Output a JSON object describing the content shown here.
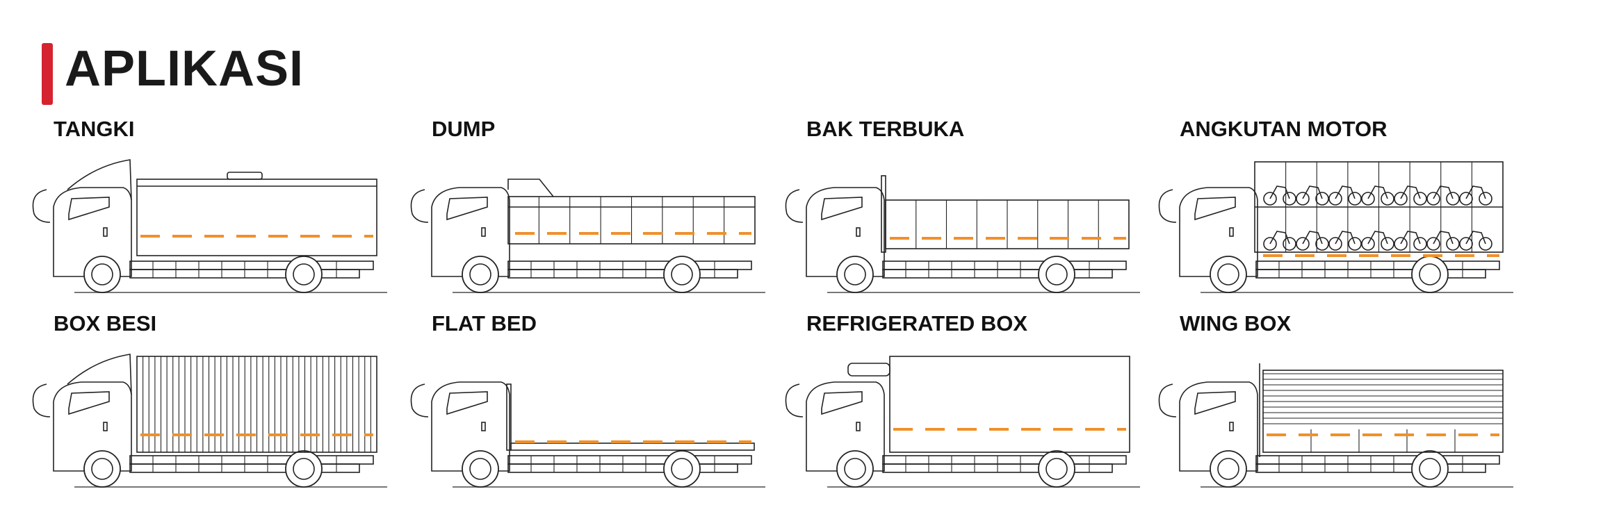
{
  "heading": {
    "title": "APLIKASI",
    "accent_color": "#d52330"
  },
  "stripe_color": "#f0902a",
  "applications": [
    {
      "label": "TANGKI",
      "type": "tank"
    },
    {
      "label": "DUMP",
      "type": "dump"
    },
    {
      "label": "BAK TERBUKA",
      "type": "open"
    },
    {
      "label": "ANGKUTAN MOTOR",
      "type": "motor"
    },
    {
      "label": "BOX BESI",
      "type": "box"
    },
    {
      "label": "FLAT BED",
      "type": "flat"
    },
    {
      "label": "REFRIGERATED BOX",
      "type": "reefer"
    },
    {
      "label": "WING BOX",
      "type": "wing"
    }
  ]
}
